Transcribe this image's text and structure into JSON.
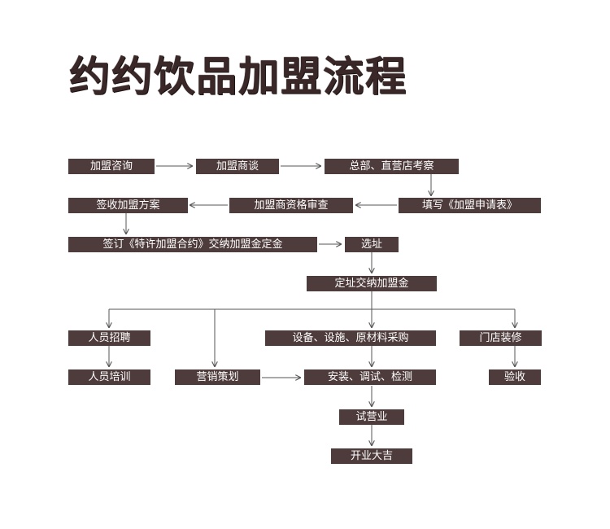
{
  "title": "约约饮品加盟流程",
  "colors": {
    "box_bg": "#4e3c3c",
    "box_text": "#ffffff",
    "title": "#3a2828",
    "line": "#555555"
  },
  "steps": {
    "consult": "加盟咨询",
    "negotiate": "加盟商谈",
    "inspect": "总部、直营店考察",
    "apply_form": "填写《加盟申请表》",
    "qualify_review": "加盟商资格审查",
    "sign_plan": "签收加盟方案",
    "sign_contract": "签订《特许加盟合约》交纳加盟金定金",
    "site_select": "选址",
    "site_fee": "定址交纳加盟金",
    "recruit": "人员招聘",
    "training": "人员培训",
    "marketing": "营销策划",
    "procurement": "设备、设施、原材料采购",
    "install": "安装、调试、检测",
    "renovation": "门店装修",
    "acceptance": "验收",
    "trial": "试营业",
    "opening": "开业大吉"
  }
}
